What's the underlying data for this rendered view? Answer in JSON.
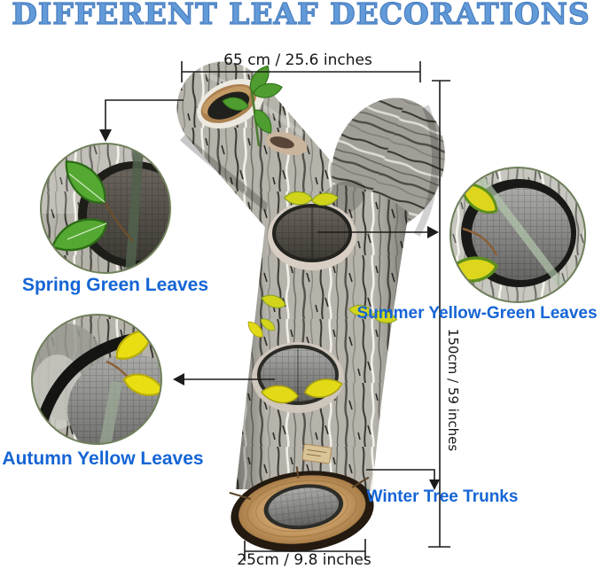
{
  "title": "DIFFERENT LEAF DECORATIONS",
  "dimensions": {
    "top_width": "65 cm / 25.6 inches",
    "right_height": "150cm / 59 inches",
    "bottom_diameter": "25cm / 9.8 inches"
  },
  "callouts": {
    "spring": {
      "label": "Spring Green Leaves"
    },
    "summer": {
      "label": "Summer Yellow-Green Leaves"
    },
    "autumn": {
      "label": "Autumn Yellow Leaves"
    },
    "winter": {
      "label": "Winter Tree Trunks"
    }
  },
  "colors": {
    "title_blue": "#639bd9",
    "label_blue": "#1565d5",
    "annotation_black": "#1c1c1c",
    "spring_leaf_green": "#55a832",
    "summer_leaf_yellow_green": "#d2d41c",
    "autumn_leaf_yellow": "#e8de12",
    "bark_gray": "#b5b3aa",
    "wood_tan": "#c69a62"
  }
}
